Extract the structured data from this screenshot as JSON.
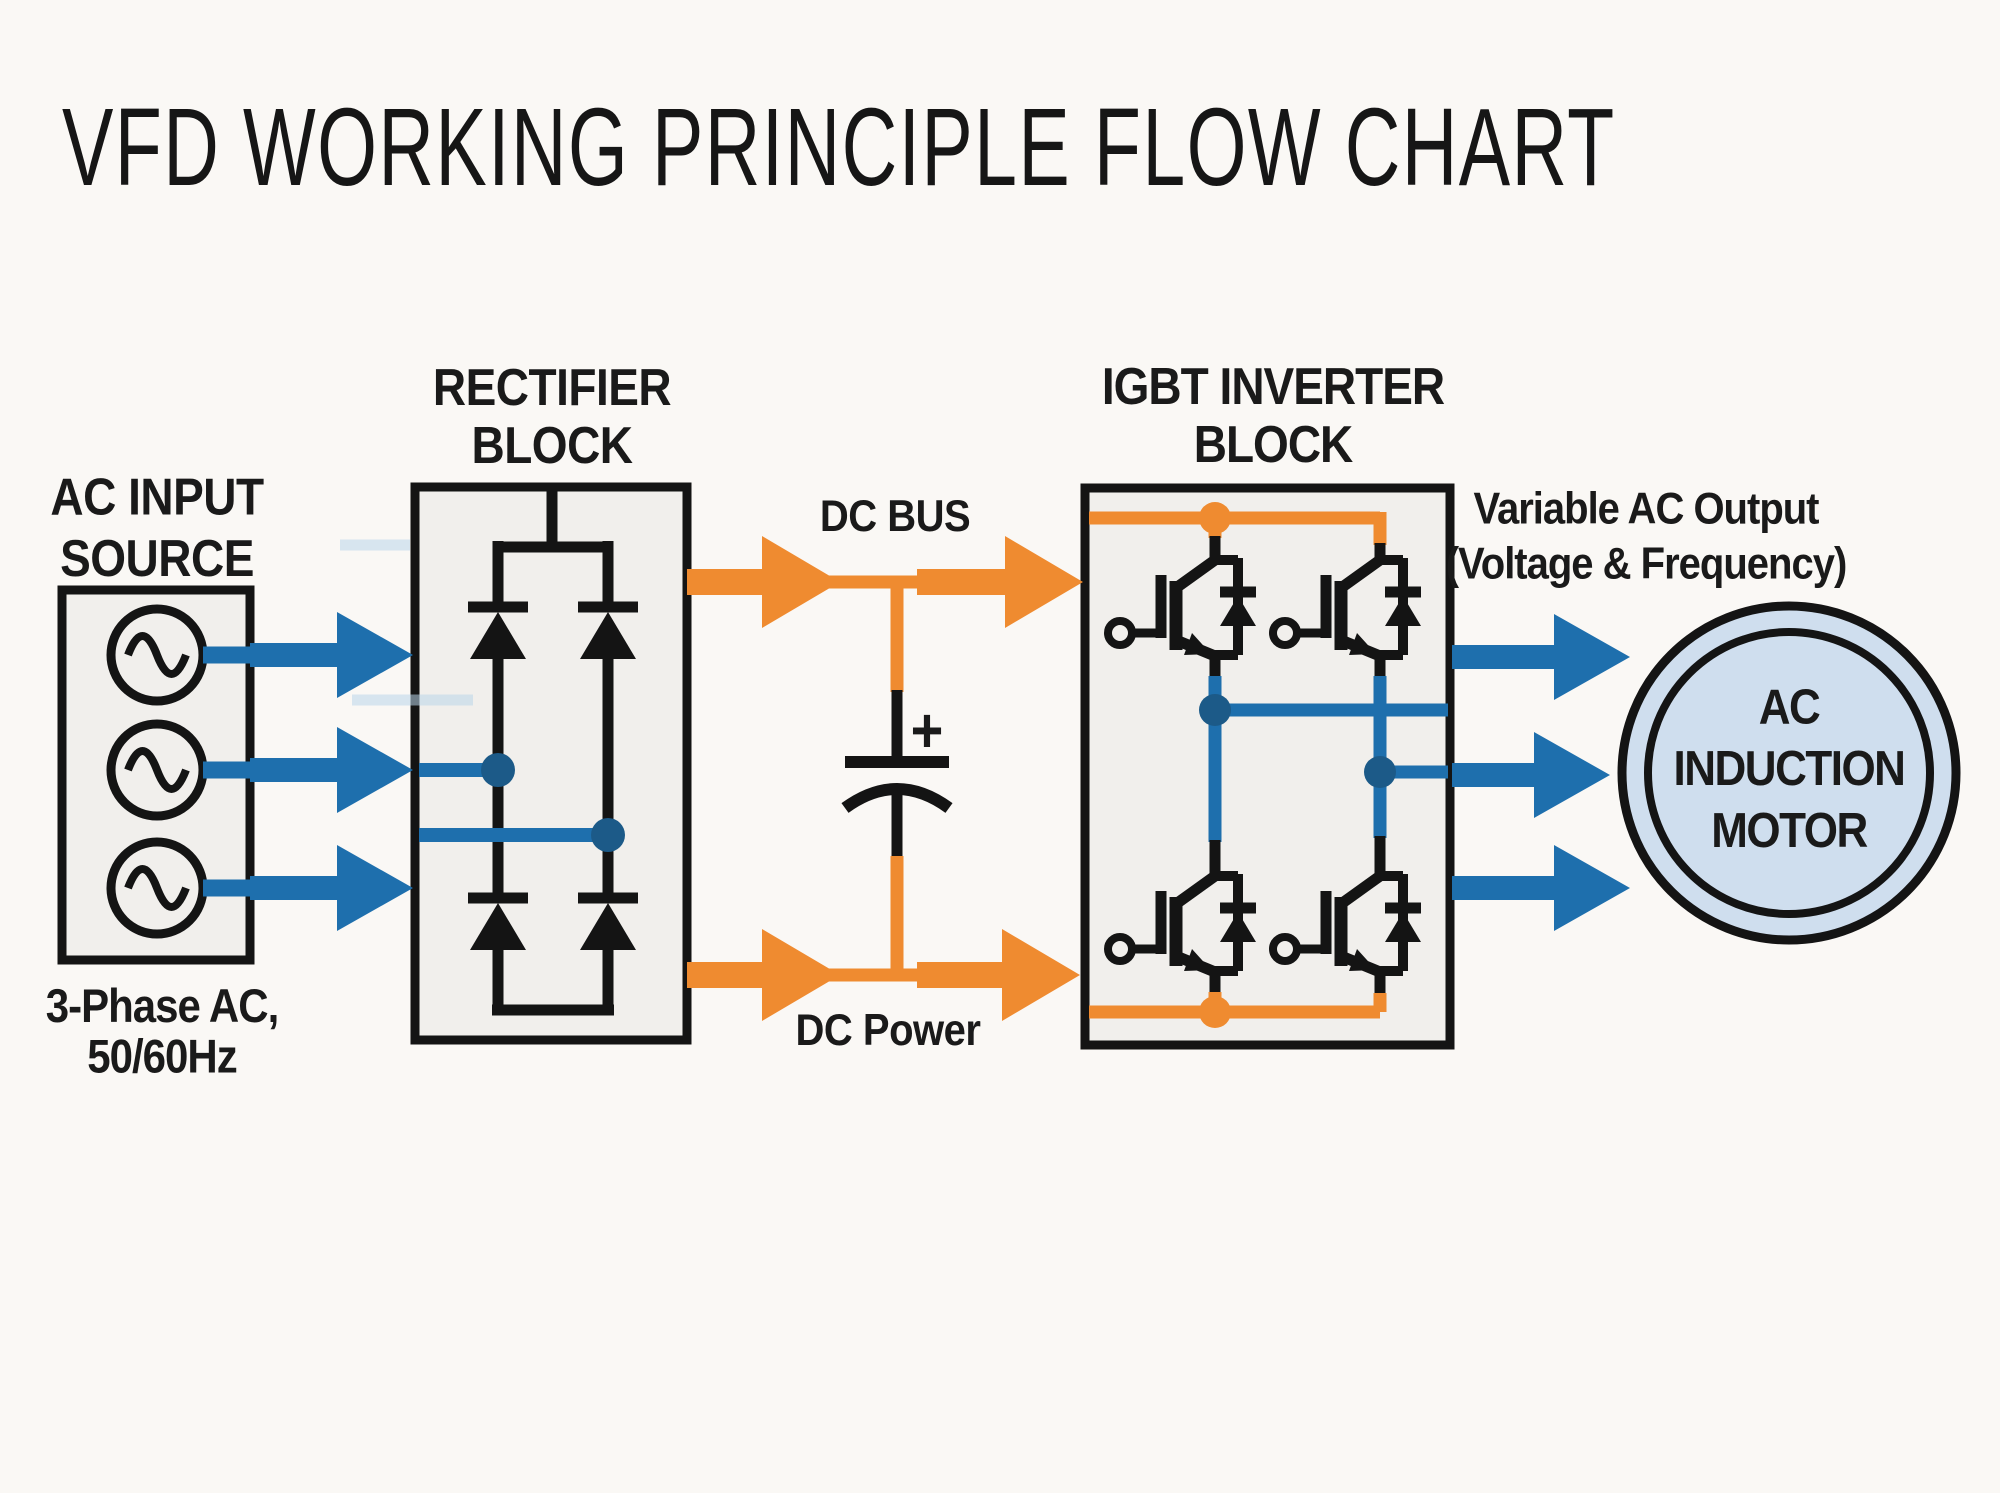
{
  "title": "VFD WORKING PRINCIPLE FLOW CHART",
  "labels": {
    "ac_input_source": {
      "line1": "AC INPUT",
      "line2": "SOURCE"
    },
    "rectifier_block": {
      "line1": "RECTIFIER",
      "line2": "BLOCK"
    },
    "igbt_inverter_block": {
      "line1": "IGBT INVERTER",
      "line2": "BLOCK"
    },
    "dc_bus": "DC BUS",
    "dc_power": "DC Power",
    "three_phase": {
      "line1": "3-Phase AC,",
      "line2": "50/60Hz"
    },
    "variable_ac_output": {
      "line1": "Variable AC Output",
      "line2": "(Voltage & Frequency)"
    },
    "motor": {
      "line1": "AC",
      "line2": "INDUCTION",
      "line3": "MOTOR"
    },
    "capacitor_plus": "+"
  },
  "icons": {
    "ac_source": "sine-wave-circle",
    "diode": "up-triangle-with-bar",
    "igbt": "igbt-transistor-with-freewheel-diode",
    "capacitor": "polarized-capacitor",
    "flow_arrow": "right-block-arrow"
  },
  "colors": {
    "background": "#faf8f5",
    "box_fill": "#f1efec",
    "line_black": "#141414",
    "blue": "#1e6fad",
    "blue_dot": "#1c5a88",
    "orange": "#ef8b30",
    "motor_fill": "#cfdeee",
    "faint_blue": "#b9d5ea",
    "text": "#1a1a1a"
  }
}
